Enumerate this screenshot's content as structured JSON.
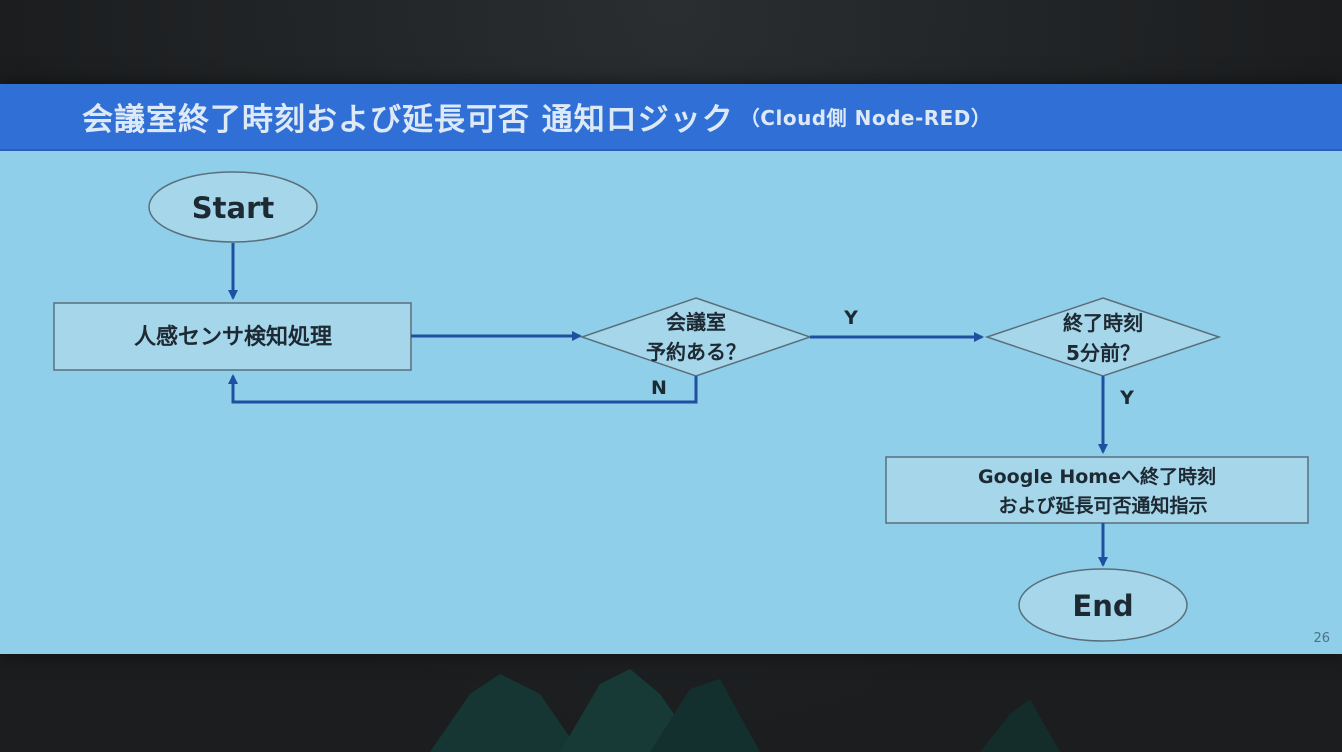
{
  "slide": {
    "title": "会議室終了時刻および延長可否 通知ロジック",
    "title_suffix": "（Cloud側 Node-RED）",
    "page_number": "26"
  },
  "flowchart": {
    "start": "Start",
    "sensor_process": "人感センサ検知処理",
    "decision_reservation": [
      "会議室",
      "予約ある？"
    ],
    "decision_end_time": [
      "終了時刻",
      "5分前？"
    ],
    "notify_process": [
      "Google Homeへ終了時刻",
      "および延長可否通知指示"
    ],
    "end": "End",
    "edge_labels": {
      "reservation_yes": "Y",
      "reservation_no": "N",
      "end_time_yes": "Y"
    }
  },
  "colors": {
    "title_bar": "#2f6fd6",
    "slide_background": "#8fcfe9",
    "shape_fill": "#a6d6ea",
    "arrow": "#1f4fa0"
  }
}
